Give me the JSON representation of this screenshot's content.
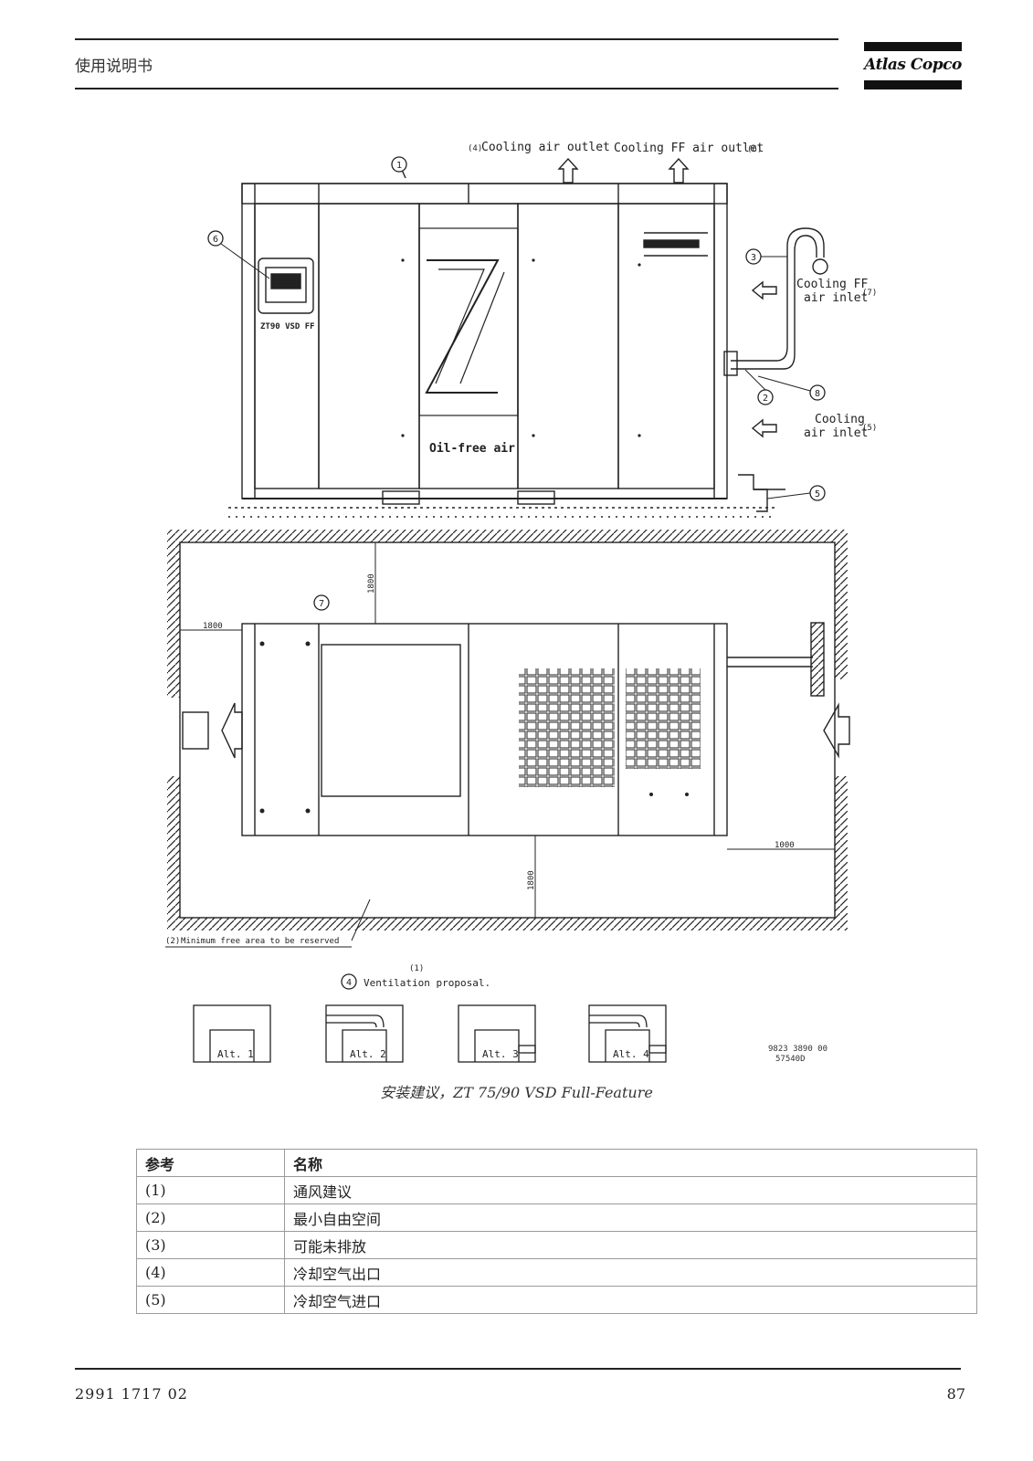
{
  "header": {
    "title": "使用说明书",
    "logo": "Atlas Copco"
  },
  "figure": {
    "labels": {
      "cooling_air_outlet": "Cooling air outlet",
      "cooling_air_outlet_ref": "(4)",
      "cooling_ff_air_outlet": "Cooling FF air outlet",
      "cooling_ff_air_outlet_ref": "(6)",
      "cooling_ff_air_inlet_1": "Cooling FF",
      "cooling_ff_air_inlet_2": "air inlet",
      "cooling_ff_air_inlet_ref": "(7)",
      "cooling_air_inlet_1": "Cooling",
      "cooling_air_inlet_2": "air inlet",
      "cooling_air_inlet_ref": "(5)",
      "minimum_free_area": "Minimum free area to be reserved",
      "minimum_free_area_ref": "(2)",
      "ventilation_proposal": "Ventilation proposal.",
      "ventilation_ref": "(1)",
      "ventilation_circle": "4",
      "dim_1800": "1800",
      "dim_1000": "1000",
      "model_label": "ZT90 VSD FF",
      "oil_free_air": "Oil-free air",
      "alt_labels": [
        "Alt. 1",
        "Alt. 2",
        "Alt. 3",
        "Alt. 4"
      ],
      "drawing_number_1": "9823 3890 00",
      "drawing_number_2": "57540D",
      "callouts": [
        "1",
        "2",
        "3",
        "5",
        "6",
        "7",
        "8"
      ]
    },
    "caption": "安装建议，ZT 75/90 VSD Full-Feature"
  },
  "table": {
    "headers": [
      "参考",
      "名称"
    ],
    "rows": [
      [
        "(1)",
        "通风建议"
      ],
      [
        "(2)",
        "最小自由空间"
      ],
      [
        "(3)",
        "可能未排放"
      ],
      [
        "(4)",
        "冷却空气出口"
      ],
      [
        "(5)",
        "冷却空气进口"
      ]
    ]
  },
  "footer": {
    "doc_number": "2991 1717 02",
    "page": "87"
  }
}
